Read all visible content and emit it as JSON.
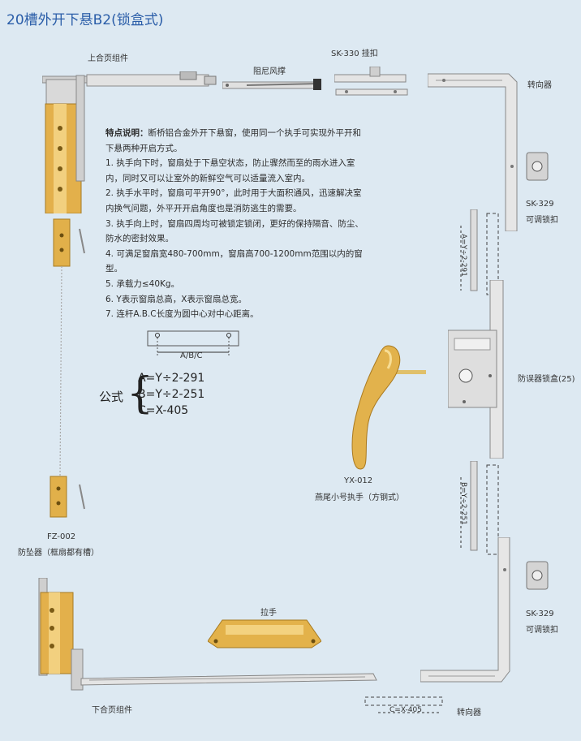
{
  "title": "20槽外开下悬B2(锁盒式)",
  "labels": {
    "upper_hinge": "上合页组件",
    "damper": "阻尼风撑",
    "sk330": "SK-330 挂扣",
    "corner_top": "转向器",
    "sk329_top": "SK-329",
    "adjust_top": "可调锁扣",
    "lock_box": "防误器锁盒(25)",
    "handle_code": "YX-012",
    "handle_name": "燕尾小号执手（方钢式）",
    "sk329_bottom": "SK-329",
    "adjust_bottom": "可调锁扣",
    "anti_drop_code": "FZ-002",
    "anti_drop_name": "防坠器（框扇都有槽）",
    "pull": "拉手",
    "lower_hinge": "下合页组件",
    "corner_bottom": "转向器",
    "rod_a": "A=Y÷2-291",
    "rod_b": "B=Y÷2-251",
    "rod_c": "C=X-405",
    "abc": "A/B/C"
  },
  "description": {
    "heading": "特点说明：",
    "intro": "断桥铝合金外开下悬窗，使用同一个执手可实现外平开和下悬两种开启方式。",
    "items": [
      "1. 执手向下时，窗扇处于下悬空状态，防止骤然而至的雨水进入室内，同时又可以让室外的新鲜空气可以适量流入室内。",
      "2. 执手水平时，窗扇可平开90°，此时用于大面积通风，迅速解决室内换气问题，外平开开启角度也是消防逃生的需要。",
      "3. 执手向上时，窗扇四周均可被锁定锁闭，更好的保持隔音、防尘、防水的密封效果。",
      "4. 可满足窗扇宽480-700mm，窗扇高700-1200mm范围以内的窗型。",
      "5. 承载力≤40Kg。",
      "6. Y表示窗扇总高，X表示窗扇总宽。",
      "7. 连杆A.B.C长度为圆中心对中心距离。"
    ]
  },
  "formula": {
    "label": "公式",
    "lines": [
      "A=Y÷2-291",
      "B=Y÷2-251",
      "C=X-405"
    ]
  }
}
